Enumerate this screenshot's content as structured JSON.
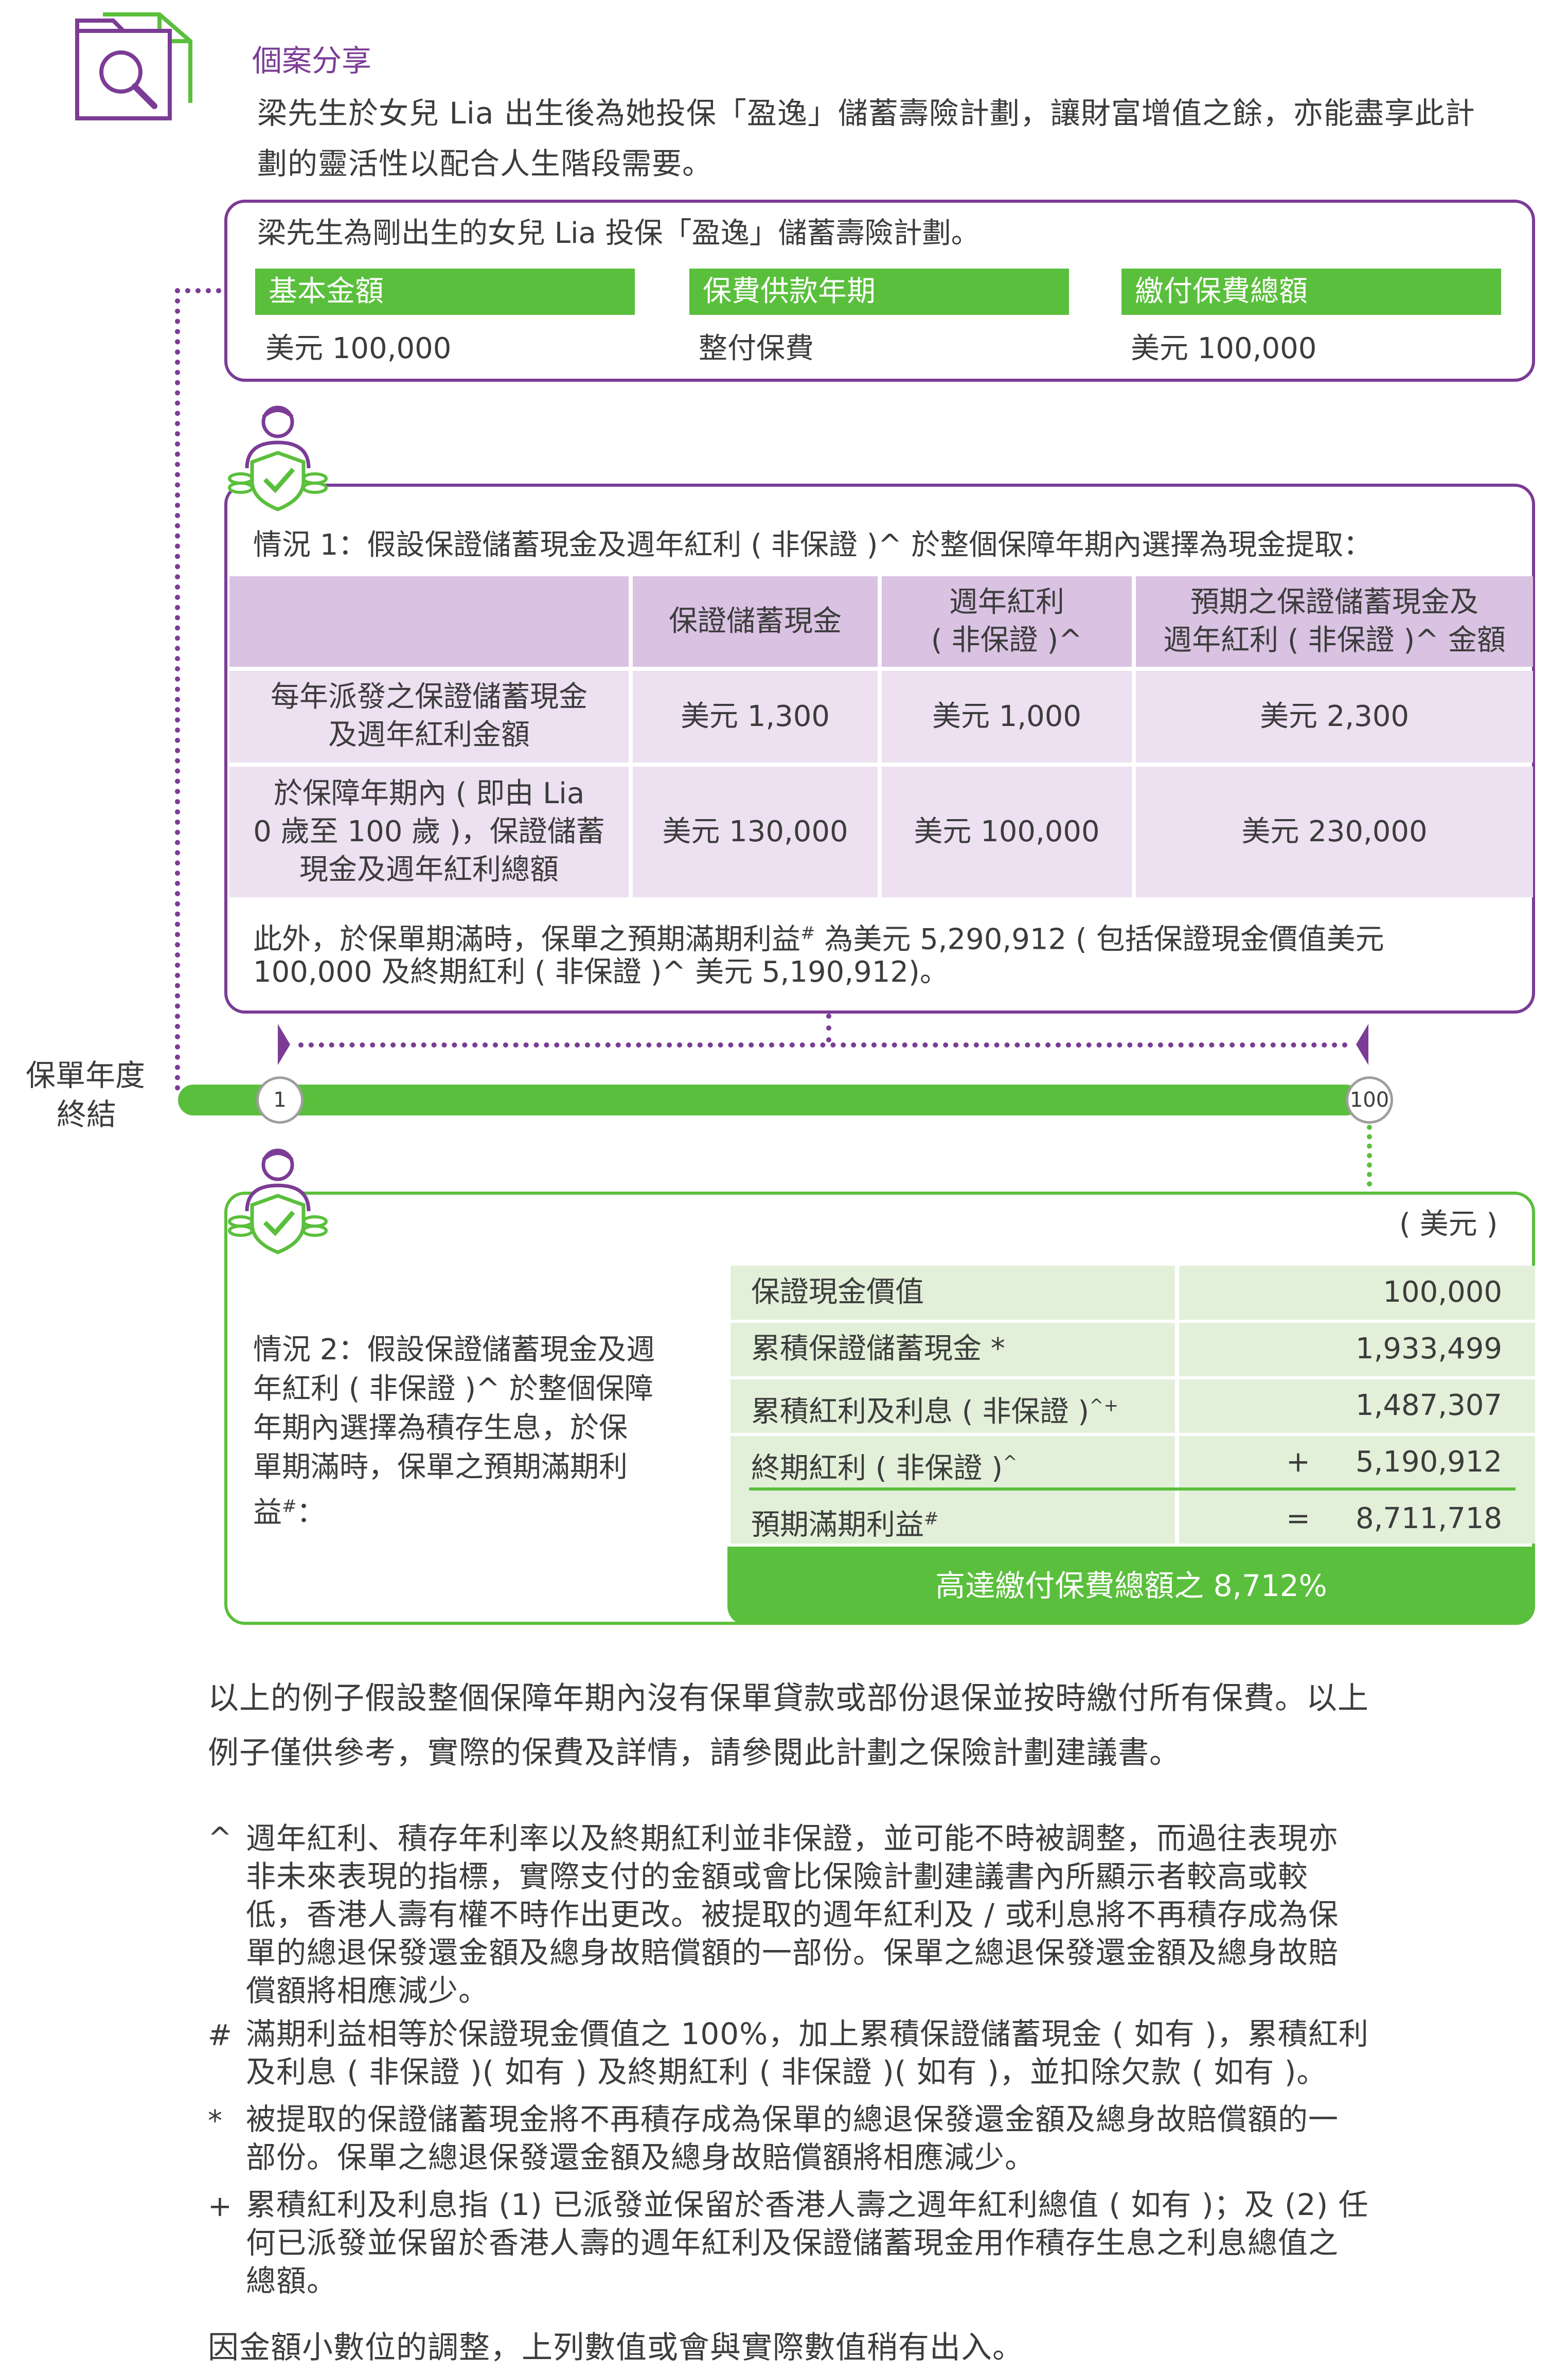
{
  "case": {
    "title": "個案分享",
    "intro_line1": "梁先生於女兒 Lia 出生後為她投保「盈逸」儲蓄壽險計劃，讓財富增值之餘，亦能盡享此計",
    "intro_line2": "劃的靈活性以配合人生階段需要。"
  },
  "policy": {
    "summary": "梁先生為剛出生的女兒 Lia 投保「盈逸」儲蓄壽險計劃。",
    "items": [
      {
        "label": "基本金額",
        "value": "美元 100,000"
      },
      {
        "label": "保費供款年期",
        "value": "整付保費"
      },
      {
        "label": "繳付保費總額",
        "value": "美元 100,000"
      }
    ]
  },
  "scenario1": {
    "title": "情況 1：假設保證儲蓄現金及週年紅利 ( 非保證 )^ 於整個保障年期內選擇為現金提取：",
    "headers": [
      "保證儲蓄現金",
      "週年紅利",
      "( 非保證 )^",
      "預期之保證儲蓄現金及",
      "週年紅利 ( 非保證 )^ 金額"
    ],
    "rows": [
      {
        "label_lines": [
          "每年派發之保證儲蓄現金",
          "及週年紅利金額"
        ],
        "values": [
          "美元 1,300",
          "美元 1,000",
          "美元 2,300"
        ]
      },
      {
        "label_lines": [
          "於保障年期內 ( 即由 Lia",
          "0 歲至 100 歲 )，保證儲蓄",
          "現金及週年紅利總額"
        ],
        "values": [
          "美元 130,000",
          "美元 100,000",
          "美元 230,000"
        ]
      }
    ],
    "note_line1": "此外，於保單期滿時，保單之預期滿期利益",
    "note_sup": "#",
    "note_line1b": "為美元 5,290,912 ( 包括保證現金價值美元",
    "note_line2": "100,000 及終期紅利 ( 非保證 )^ 美元 5,190,912)。"
  },
  "timeline": {
    "label_line1": "保單年度",
    "label_line2": "終結",
    "start": "1",
    "end": "100"
  },
  "scenario2": {
    "unit": "( 美元 )",
    "desc_lines": [
      "情況 2：假設保證儲蓄現金及週",
      "年紅利 ( 非保證 )^ 於整個保障",
      "年期內選擇為積存生息，於保",
      "單期滿時，保單之預期滿期利"
    ],
    "desc_last": "益",
    "desc_sup": "#",
    "desc_end": "：",
    "rows": [
      {
        "label": "保證現金價值",
        "sup": "",
        "op": "",
        "value": "100,000"
      },
      {
        "label": "累積保證儲蓄現金 *",
        "sup": "",
        "op": "",
        "value": "1,933,499"
      },
      {
        "label": "累積紅利及利息 ( 非保證 )",
        "sup": "^+",
        "op": "",
        "value": "1,487,307"
      },
      {
        "label": "終期紅利 ( 非保證 )",
        "sup": "^",
        "op": "+",
        "value": "5,190,912"
      },
      {
        "label": "預期滿期利益",
        "sup": "#",
        "op": "=",
        "value": "8,711,718"
      }
    ],
    "banner": "高達繳付保費總額之 8,712%"
  },
  "assumption": {
    "line1": "以上的例子假設整個保障年期內沒有保單貸款或部份退保並按時繳付所有保費。以上",
    "line2": "例子僅供參考，實際的保費及詳情，請參閱此計劃之保險計劃建議書。"
  },
  "footnotes": [
    {
      "mark": "^",
      "lines": [
        "週年紅利、積存年利率以及終期紅利並非保證，並可能不時被調整，而過往表現亦",
        "非未來表現的指標，實際支付的金額或會比保險計劃建議書內所顯示者較高或較",
        "低，香港人壽有權不時作出更改。被提取的週年紅利及 / 或利息將不再積存成為保",
        "單的總退保發還金額及總身故賠償額的一部份。保單之總退保發還金額及總身故賠",
        "償額將相應減少。"
      ]
    },
    {
      "mark": "#",
      "lines": [
        "滿期利益相等於保證現金價值之 100%，加上累積保證儲蓄現金 ( 如有 )，累積紅利",
        "及利息 ( 非保證 )( 如有 ) 及終期紅利 ( 非保證 )( 如有 )，並扣除欠款 ( 如有 )。"
      ]
    },
    {
      "mark": "*",
      "lines": [
        "被提取的保證儲蓄現金將不再積存成為保單的總退保發還金額及總身故賠償額的一",
        "部份。保單之總退保發還金額及總身故賠償額將相應減少。"
      ]
    },
    {
      "mark": "+",
      "lines": [
        "累積紅利及利息指 (1) 已派發並保留於香港人壽之週年紅利總值 ( 如有 )；及 (2) 任",
        "何已派發並保留於香港人壽的週年紅利及保證儲蓄現金用作積存生息之利息總值之",
        "總額。"
      ]
    }
  ],
  "rounding_note": "因金額小數位的調整，上列數值或會與實際數值稍有出入。",
  "colors": {
    "purple": "#7b3c96",
    "green": "#5abf3c",
    "light_purple": "#ece0f1",
    "header_purple": "#d9c2e2",
    "light_green": "#e2f0d9"
  },
  "icons": [
    "folder-search-icon",
    "person-shield-icon"
  ]
}
